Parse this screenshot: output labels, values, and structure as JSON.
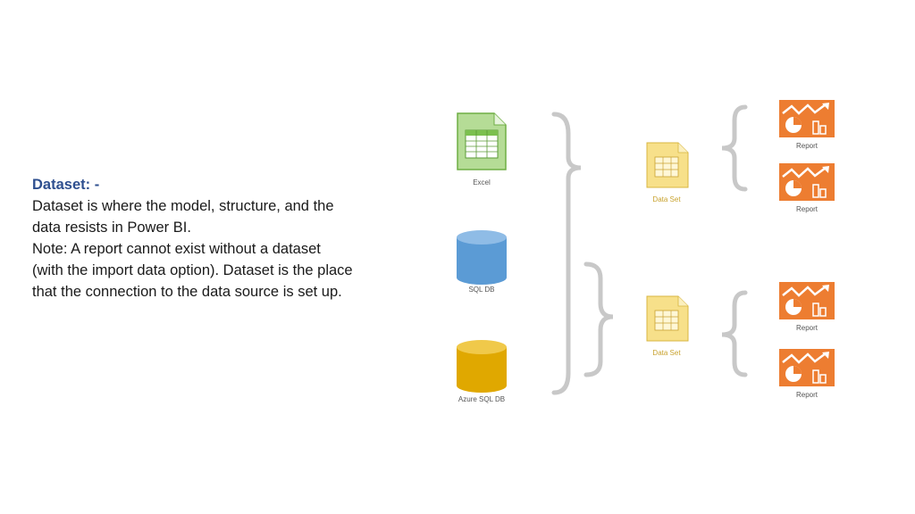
{
  "text": {
    "heading": "Dataset: -",
    "lines": [
      "Dataset is where the model, structure, and the",
      "data resists in Power BI.",
      "Note: A report cannot exist without a dataset",
      "(with the import data option). Dataset is the place",
      "that the connection to the data source is set up."
    ]
  },
  "diagram": {
    "sources": {
      "excel": {
        "label": "Excel",
        "icon": "excel-file-icon",
        "color": "#7cc04f"
      },
      "sqldb": {
        "label": "SQL DB",
        "icon": "database-cylinder-icon",
        "color": "#5b9bd5"
      },
      "azuresqldb": {
        "label": "Azure SQL DB",
        "icon": "database-cylinder-icon",
        "color": "#e0a800"
      }
    },
    "datasets": [
      {
        "label": "Data Set",
        "icon": "dataset-file-icon",
        "color": "#f5d56a"
      },
      {
        "label": "Data Set",
        "icon": "dataset-file-icon",
        "color": "#f5d56a"
      }
    ],
    "reports": [
      {
        "label": "Report",
        "icon": "report-chart-icon",
        "color": "#ed7d31"
      },
      {
        "label": "Report",
        "icon": "report-chart-icon",
        "color": "#ed7d31"
      },
      {
        "label": "Report",
        "icon": "report-chart-icon",
        "color": "#ed7d31"
      },
      {
        "label": "Report",
        "icon": "report-chart-icon",
        "color": "#ed7d31"
      }
    ],
    "bracket_color": "#c8c8c8"
  }
}
